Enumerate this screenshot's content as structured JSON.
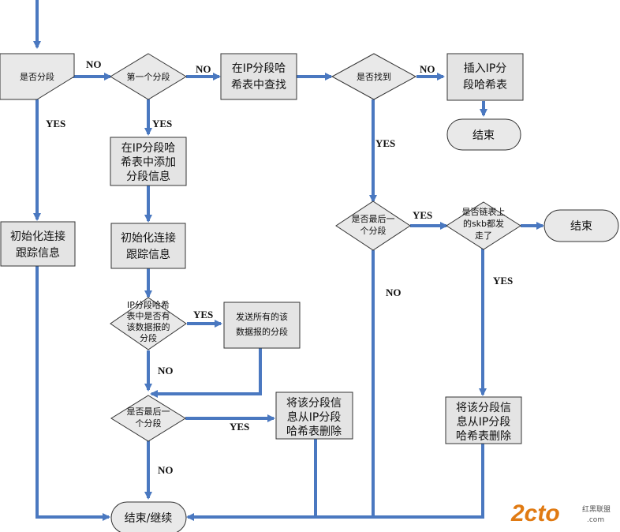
{
  "nodes": {
    "is_fragment": "是否分段",
    "first_fragment": "第一个分段",
    "search_hash": [
      "在IP分段哈",
      "希表中查找"
    ],
    "found": "是否找到",
    "insert_hash": [
      "插入IP分",
      "段哈希表"
    ],
    "end_top": "结束",
    "add_fragment_info": [
      "在IP分段哈",
      "希表中添加",
      "分段信息"
    ],
    "init_left": [
      "初始化连接",
      "跟踪信息"
    ],
    "init_mid": [
      "初始化连接",
      "跟踪信息"
    ],
    "all_fragments_present": [
      "IP分段哈希",
      "表中是否有",
      "该数据报的",
      "分段"
    ],
    "send_all": [
      "发送所有的该",
      "数据报的分段"
    ],
    "is_last_mid": [
      "是否最后一",
      "个分段"
    ],
    "delete_mid": [
      "将该分段信",
      "息从IP分段",
      "哈希表删除"
    ],
    "is_last_right": [
      "是否最后一",
      "个分段"
    ],
    "all_skb_sent": [
      "是否链表上",
      "的skb都发",
      "走了"
    ],
    "end_right": "结束",
    "delete_right": [
      "将该分段信",
      "息从IP分段",
      "哈希表删除"
    ],
    "end_continue": "结束/继续"
  },
  "edge_labels": {
    "no_1": "NO",
    "no_2": "NO",
    "no_3": "NO",
    "yes_left": "YES",
    "yes_first": "YES",
    "yes_found": "YES",
    "yes_last_right": "YES",
    "no_last_right": "NO",
    "yes_skb": "YES",
    "yes_send": "YES",
    "no_send": "NO",
    "yes_delete_mid": "YES",
    "no_bottom": "NO"
  },
  "watermark": {
    "logo": "2cto",
    "domain": ".com",
    "brand": "红黑联盟"
  },
  "colors": {
    "flow_line": "#4a78c0",
    "shape_fill": "#e4e4e4",
    "watermark": "#e07a12"
  }
}
